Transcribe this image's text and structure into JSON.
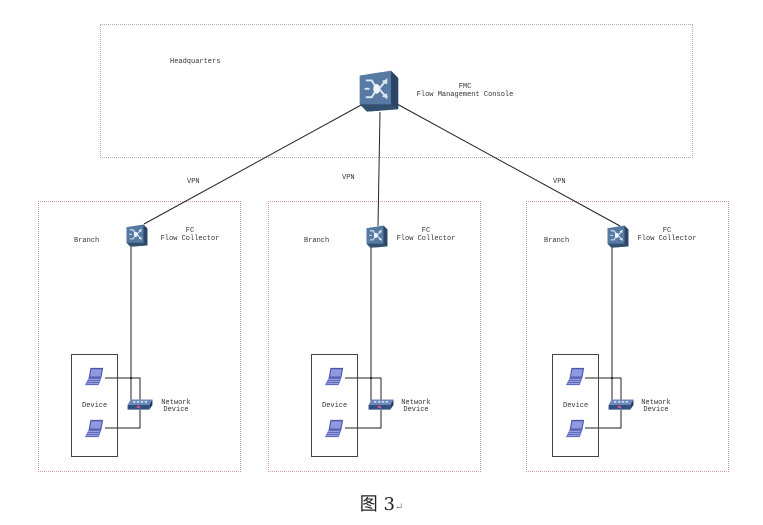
{
  "diagram": {
    "headquarters": {
      "zone_label": "Headquarters",
      "node": {
        "icon": "flow-switch-icon",
        "name": "FMC",
        "description": "Flow Management Console"
      }
    },
    "links": [
      {
        "label": "VPN"
      },
      {
        "label": "VPN"
      },
      {
        "label": "VPN"
      }
    ],
    "branches": [
      {
        "zone_label": "Branch",
        "collector": {
          "icon": "flow-switch-icon",
          "name": "FC",
          "description": "Flow Collector"
        },
        "device_group_label": "Device",
        "devices": [
          {
            "icon": "laptop-icon"
          },
          {
            "icon": "laptop-icon"
          }
        ],
        "network_device": {
          "icon": "network-switch-icon",
          "line1": "Network",
          "line2": "Device"
        }
      },
      {
        "zone_label": "Branch",
        "collector": {
          "icon": "flow-switch-icon",
          "name": "FC",
          "description": "Flow Collector"
        },
        "device_group_label": "Device",
        "devices": [
          {
            "icon": "laptop-icon"
          },
          {
            "icon": "laptop-icon"
          }
        ],
        "network_device": {
          "icon": "network-switch-icon",
          "line1": "Network",
          "line2": "Device"
        }
      },
      {
        "zone_label": "Branch",
        "collector": {
          "icon": "flow-switch-icon",
          "name": "FC",
          "description": "Flow Collector"
        },
        "device_group_label": "Device",
        "devices": [
          {
            "icon": "laptop-icon"
          },
          {
            "icon": "laptop-icon"
          }
        ],
        "network_device": {
          "icon": "network-switch-icon",
          "line1": "Network",
          "line2": "Device"
        }
      }
    ],
    "colors": {
      "device_blue": "#4b6a93",
      "laptop_blue": "#6d79c4",
      "hq_border": "#b9a9ad",
      "branch_border": "#d49aa0"
    }
  },
  "caption": {
    "figure_char": "图",
    "number": "3",
    "return_mark": "↵"
  }
}
